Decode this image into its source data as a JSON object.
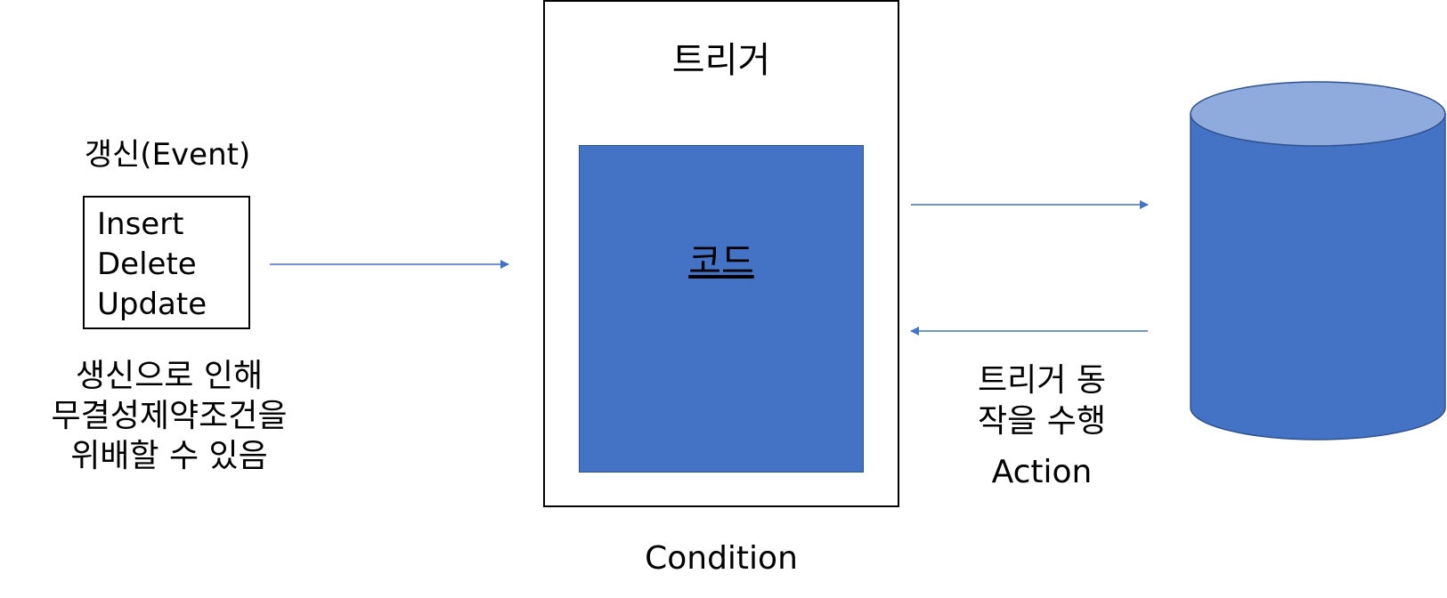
{
  "colors": {
    "arrow": "#4472c4",
    "code_fill": "#4472c4",
    "cylinder_body": "#4472c4",
    "cylinder_top": "#8faadc",
    "cylinder_stroke": "#2f528f"
  },
  "event": {
    "title": "갱신(Event)",
    "items": [
      "Insert",
      "Delete",
      "Update"
    ],
    "description": [
      "생신으로 인해",
      "무결성제약조건을",
      "위배할 수 있음"
    ]
  },
  "trigger": {
    "title": "트리거",
    "code_label": "코드",
    "condition_label": "Condition"
  },
  "action": {
    "description": [
      "트리거 동",
      "작을 수행"
    ],
    "label": "Action"
  },
  "database": {
    "icon": "database-cylinder-icon"
  }
}
